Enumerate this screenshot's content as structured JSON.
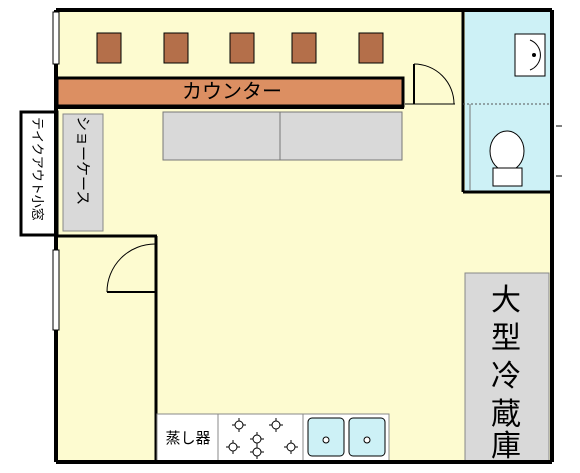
{
  "plan": {
    "counter_label": "カウンター",
    "takeout_window_label": "テイクアウト小窓",
    "showcase_label": "ショーケース",
    "fridge_label": "大型冷蔵庫",
    "steamer_label": "蒸し器"
  },
  "colors": {
    "floor": "#fdfbd0",
    "counter": "#dc8f62",
    "stool": "#b46f4a",
    "restroom": "#cdf1f6",
    "equipment": "#d9d9d9",
    "wall": "#000000"
  },
  "counts": {
    "stools": 5,
    "burners": 6,
    "sink_basins": 2
  }
}
